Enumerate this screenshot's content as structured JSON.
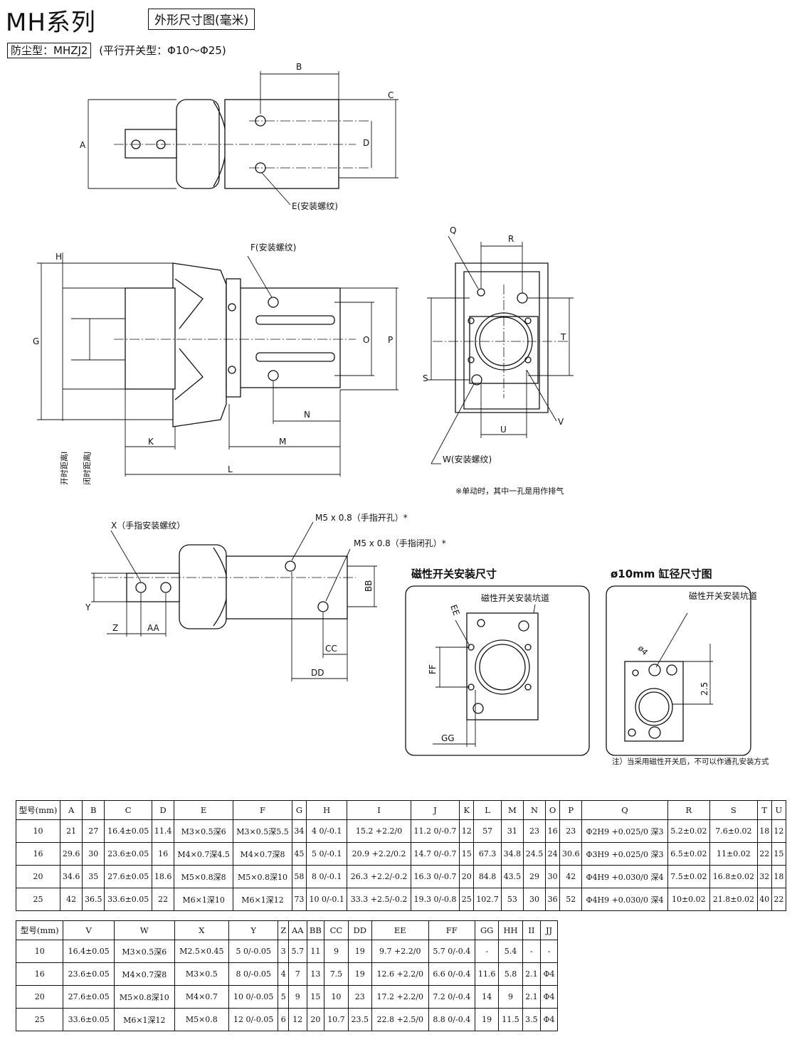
{
  "header": {
    "series_title": "MH系列",
    "drawing_title": "外形尺寸图(毫米)",
    "model_boxed": "防尘型：MHZJ2",
    "model_note": "(平行开关型：Φ10～Φ25)"
  },
  "labels": {
    "A": "A",
    "B": "B",
    "C": "C",
    "D": "D",
    "E": "E(安装螺纹)",
    "F": "F(安装螺纹)",
    "G": "G",
    "H": "H",
    "K": "K",
    "L": "L",
    "M": "M",
    "N": "N",
    "O": "O",
    "P": "P",
    "I": "开时距离I",
    "J": "闭时距离J",
    "Q": "Q",
    "R": "R",
    "S": "S",
    "T": "T",
    "U": "U",
    "V": "V",
    "W": "W(安装螺纹)",
    "note_single": "※单动时，其中一孔是用作排气",
    "X": "X（手指安装螺纹）",
    "m5_open": "M5 x 0.8（手指开孔）*",
    "m5_close": "M5 x 0.8（手指闭孔）*",
    "Y": "Y",
    "Z": "Z",
    "AA": "AA",
    "BB": "BB",
    "CC": "CC",
    "DD": "DD",
    "EE": "EE",
    "FF": "FF",
    "GG": "GG",
    "switch_title": "磁性开关安装尺寸",
    "switch_groove": "磁性开关安装坑道",
    "bore10_title": "ø10mm 缸径尺寸图",
    "bore10_groove": "磁性开关安装坑道",
    "phi4": "ø4",
    "dim_25": "2.5",
    "note_bore10": "注）当采用磁性开关后，不可以作通孔安装方式"
  },
  "table1": {
    "headers": [
      "型号(mm)",
      "A",
      "B",
      "C",
      "D",
      "E",
      "F",
      "G",
      "H",
      "I",
      "J",
      "K",
      "L",
      "M",
      "N",
      "O",
      "P",
      "Q",
      "R",
      "S",
      "T",
      "U"
    ],
    "rows": [
      [
        "10",
        "21",
        "27",
        "16.4±0.05",
        "11.4",
        "M3×0.5深6",
        "M3×0.5深5.5",
        "34",
        "4 0/-0.1",
        "15.2 +2.2/0",
        "11.2 0/-0.7",
        "12",
        "57",
        "31",
        "23",
        "16",
        "23",
        "Φ2H9 +0.025/0 深3",
        "5.2±0.02",
        "7.6±0.02",
        "18",
        "12"
      ],
      [
        "16",
        "29.6",
        "30",
        "23.6±0.05",
        "16",
        "M4×0.7深4.5",
        "M4×0.7深8",
        "45",
        "5 0/-0.1",
        "20.9 +2.2/0.2",
        "14.7 0/-0.7",
        "15",
        "67.3",
        "34.8",
        "24.5",
        "24",
        "30.6",
        "Φ3H9 +0.025/0 深3",
        "6.5±0.02",
        "11±0.02",
        "22",
        "15"
      ],
      [
        "20",
        "34.6",
        "35",
        "27.6±0.05",
        "18.6",
        "M5×0.8深8",
        "M5×0.8深10",
        "58",
        "8 0/-0.1",
        "26.3 +2.2/-0.2",
        "16.3 0/-0.7",
        "20",
        "84.8",
        "43.5",
        "29",
        "30",
        "42",
        "Φ4H9 +0.030/0 深4",
        "7.5±0.02",
        "16.8±0.02",
        "32",
        "18"
      ],
      [
        "25",
        "42",
        "36.5",
        "33.6±0.05",
        "22",
        "M6×1深10",
        "M6×1深12",
        "73",
        "10 0/-0.1",
        "33.3 +2.5/-0.2",
        "19.3 0/-0.8",
        "25",
        "102.7",
        "53",
        "30",
        "36",
        "52",
        "Φ4H9 +0.030/0 深4",
        "10±0.02",
        "21.8±0.02",
        "40",
        "22"
      ]
    ]
  },
  "table2": {
    "headers": [
      "型号(mm)",
      "V",
      "W",
      "X",
      "Y",
      "Z",
      "AA",
      "BB",
      "CC",
      "DD",
      "EE",
      "FF",
      "GG",
      "HH",
      "II",
      "JJ"
    ],
    "rows": [
      [
        "10",
        "16.4±0.05",
        "M3×0.5深6",
        "M2.5×0.45",
        "5 0/-0.05",
        "3",
        "5.7",
        "11",
        "9",
        "19",
        "9.7 +2.2/0",
        "5.7 0/-0.4",
        "-",
        "5.4",
        "-",
        "-"
      ],
      [
        "16",
        "23.6±0.05",
        "M4×0.7深8",
        "M3×0.5",
        "8 0/-0.05",
        "4",
        "7",
        "13",
        "7.5",
        "19",
        "12.6 +2.2/0",
        "6.6 0/-0.4",
        "11.6",
        "5.8",
        "2.1",
        "Φ4"
      ],
      [
        "20",
        "27.6±0.05",
        "M5×0.8深10",
        "M4×0.7",
        "10 0/-0.05",
        "5",
        "9",
        "15",
        "10",
        "23",
        "17.2 +2.2/0",
        "7.2 0/-0.4",
        "14",
        "9",
        "2.1",
        "Φ4"
      ],
      [
        "25",
        "33.6±0.05",
        "M6×1深12",
        "M5×0.8",
        "12 0/-0.05",
        "6",
        "12",
        "20",
        "10.7",
        "23.5",
        "22.8 +2.5/0",
        "8.8 0/-0.4",
        "19",
        "11.5",
        "3.5",
        "Φ4"
      ]
    ]
  }
}
